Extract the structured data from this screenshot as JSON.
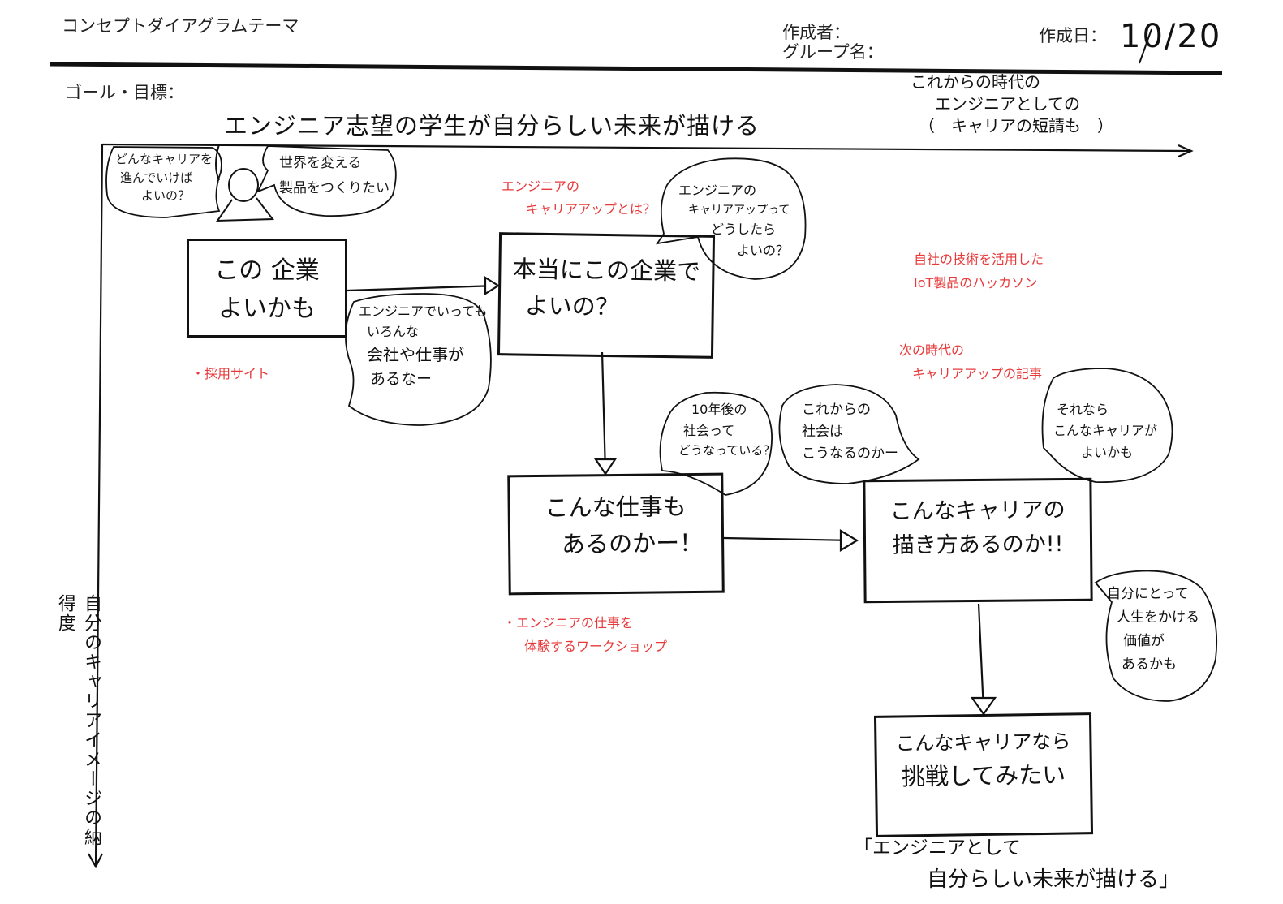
{
  "header": {
    "theme_label": "コンセプトダイアグラムテーマ",
    "author_label": "作成者：",
    "group_label": "グループ名：",
    "date_label": "作成日：",
    "date_value": "10/20"
  },
  "goal": {
    "label": "ゴール・目標：",
    "text": "エンジニア志望の学生が自分らしい未来が描ける"
  },
  "axes": {
    "x_label": [
      "これからの時代の",
      "エンジニアとしての",
      "（　キャリアの短請も　）"
    ],
    "y_label": "自分のキャリアイメージの納得度"
  },
  "persona": {
    "thought_left": [
      "どんなキャリアを",
      "進んでいけば",
      "よいの？"
    ],
    "thought_right": [
      "世界を変える",
      "製品をつくりたい"
    ]
  },
  "boxes": [
    {
      "lines": [
        "この 企業",
        "よいかも"
      ]
    },
    {
      "lines": [
        "本当にこの企業で",
        "よいの？"
      ]
    },
    {
      "lines": [
        "こんな仕事も",
        "あるのかー！"
      ]
    },
    {
      "lines": [
        "こんなキャリアの",
        "描き方あるのか!!"
      ]
    },
    {
      "lines": [
        "こんなキャリアなら",
        "挑戦してみたい"
      ]
    }
  ],
  "bubbles": [
    {
      "lines": [
        "エンジニアでいっても",
        "いろんな",
        "会社や仕事が",
        "あるなー"
      ]
    },
    {
      "lines": [
        "エンジニアの",
        "キャリアアップって",
        "どうしたら",
        "よいの？"
      ]
    },
    {
      "lines": [
        "10年後の",
        "社会って",
        "どうなっている？"
      ]
    },
    {
      "lines": [
        "これからの",
        "社会は",
        "こうなるのかー"
      ]
    },
    {
      "lines": [
        "それなら",
        "こんなキャリアが",
        "よいかも"
      ]
    },
    {
      "lines": [
        "自分にとって",
        "人生をかける",
        "価値が",
        "あるかも"
      ]
    }
  ],
  "red_notes": [
    {
      "lines": [
        "・採用サイト"
      ]
    },
    {
      "lines": [
        "エンジニアの",
        "キャリアアップとは？"
      ]
    },
    {
      "lines": [
        "自社の技術を活用した",
        "IoT製品のハッカソン"
      ]
    },
    {
      "lines": [
        "次の時代の",
        "キャリアアップの記事"
      ]
    },
    {
      "lines": [
        "・エンジニアの仕事を",
        "体験するワークショップ"
      ]
    }
  ],
  "conclusion": {
    "lines": [
      "「エンジニアとして",
      "自分らしい未来が描ける」"
    ]
  },
  "colors": {
    "ink": "#111111",
    "red_note": "#e8393a",
    "paper": "#ffffff"
  }
}
